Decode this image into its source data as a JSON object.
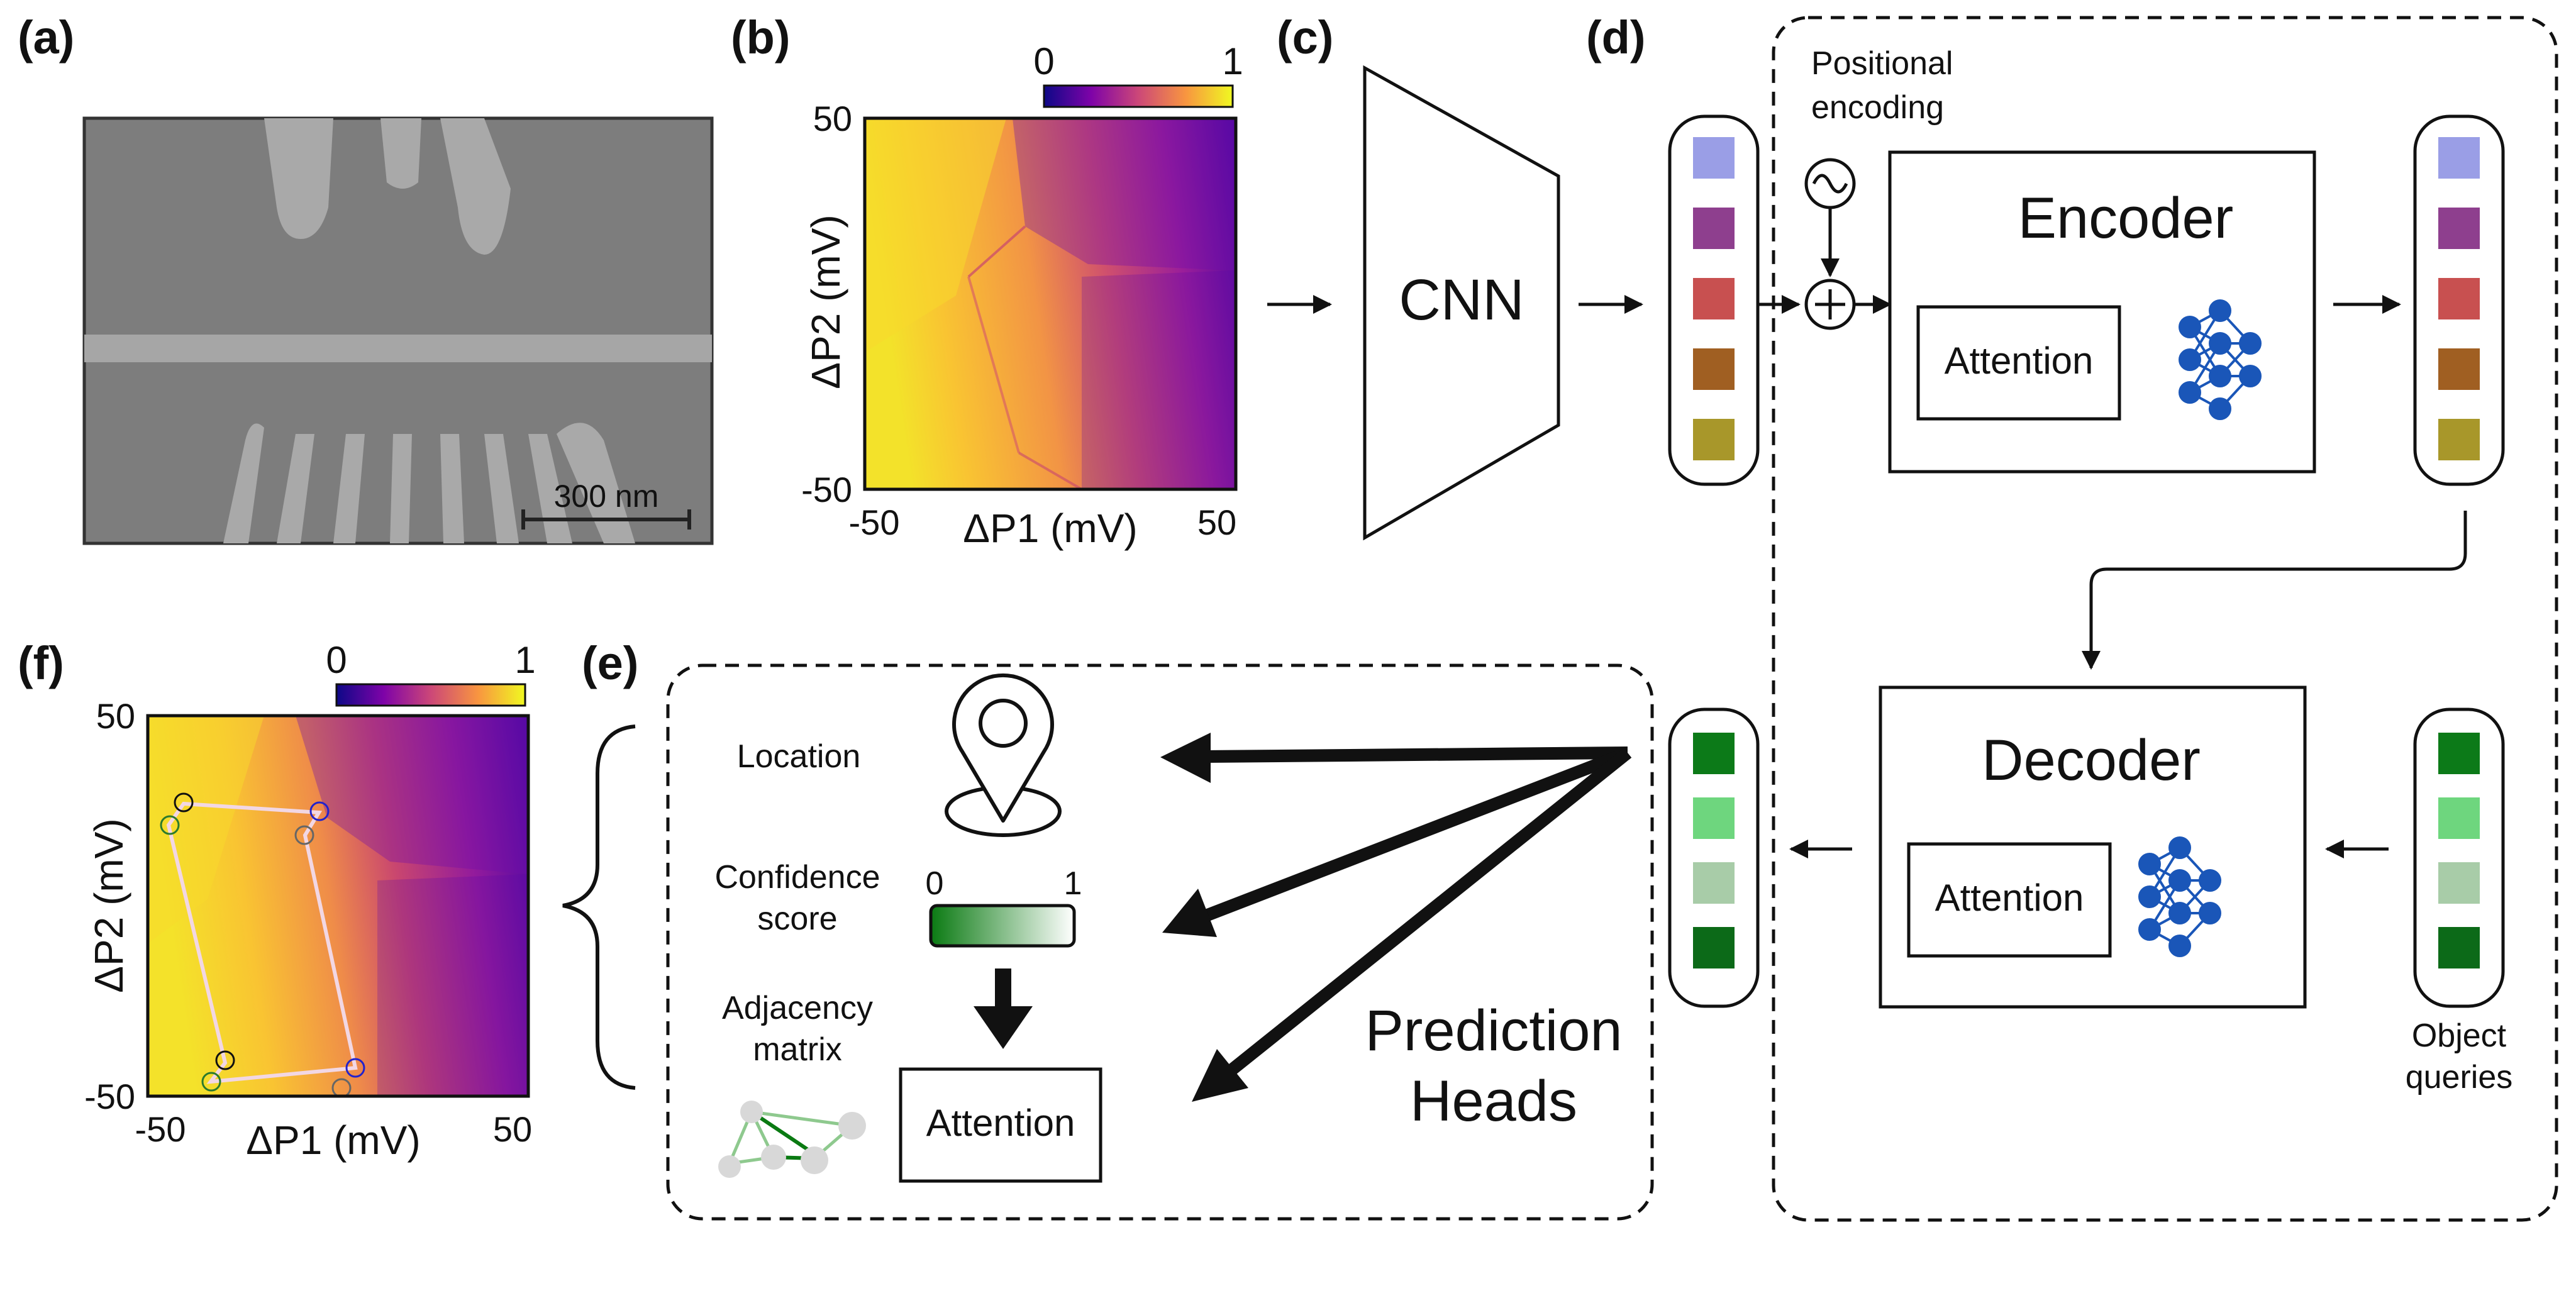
{
  "panels": {
    "a": "(a)",
    "b": "(b)",
    "c": "(c)",
    "d": "(d)",
    "e": "(e)",
    "f": "(f)"
  },
  "sem": {
    "scalebar_label": "300 nm"
  },
  "colorbar": {
    "min_label": "0",
    "max_label": "1",
    "colormap": "plasma",
    "colors": [
      "#0d0887",
      "#7e03a8",
      "#cc4778",
      "#f89540",
      "#f0f921"
    ]
  },
  "map_b": {
    "xlabel": "ΔP1 (mV)",
    "ylabel": "ΔP2 (mV)",
    "x_min_label": "-50",
    "x_max_label": "50",
    "y_min_label": "-50",
    "y_max_label": "50"
  },
  "map_f": {
    "xlabel": "ΔP1 (mV)",
    "ylabel": "ΔP2 (mV)",
    "x_min_label": "-50",
    "x_max_label": "50",
    "y_min_label": "-50",
    "y_max_label": "50"
  },
  "cnn": {
    "label": "CNN"
  },
  "transformer": {
    "positional_encoding_line1": "Positional",
    "positional_encoding_line2": "encoding",
    "encoder_label": "Encoder",
    "encoder_attention": "Attention",
    "decoder_label": "Decoder",
    "decoder_attention": "Attention",
    "object_queries_line1": "Object",
    "object_queries_line2": "queries",
    "token_colors": [
      "#9a9ee6",
      "#8e3f8e",
      "#c85050",
      "#a05f22",
      "#a8972a"
    ],
    "query_colors": [
      "#0c7a18",
      "#6ed67e",
      "#a8cca8",
      "#0c6a18"
    ]
  },
  "heads": {
    "location": "Location",
    "confidence_line1": "Confidence",
    "confidence_line2": "score",
    "conf_min": "0",
    "conf_max": "1",
    "adjacency_line1": "Adjacency",
    "adjacency_line2": "matrix",
    "attention": "Attention",
    "prediction_line1": "Prediction",
    "prediction_line2": "Heads"
  }
}
